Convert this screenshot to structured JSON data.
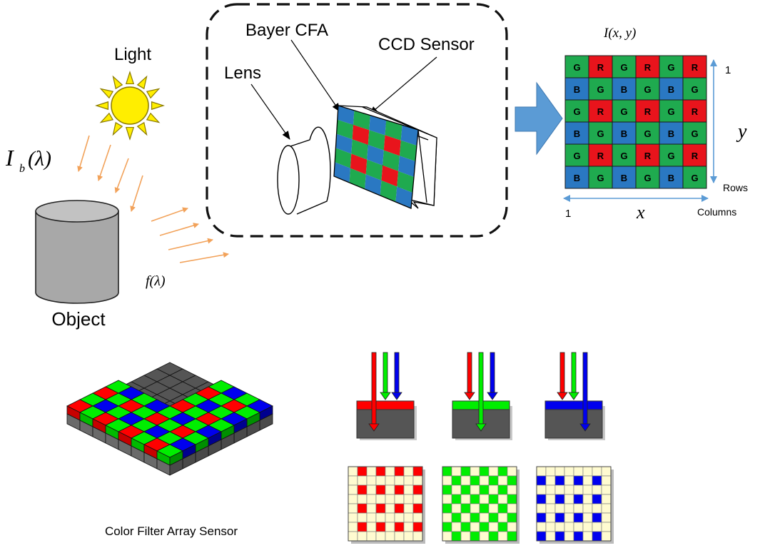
{
  "labels": {
    "light": "Light",
    "object": "Object",
    "lens": "Lens",
    "bayer_cfa": "Bayer CFA",
    "ccd_sensor": "CCD Sensor",
    "image_func": "I(x, y)",
    "ib_main": "I",
    "ib_sub": "b",
    "ib_arg": "(λ)",
    "f_lambda": "f(λ)",
    "axis_y": "y",
    "axis_x": "x",
    "rows": "Rows",
    "columns": "Columns",
    "tick_row_1": "1",
    "tick_col_1": "1",
    "cfa_sensor_caption": "Color Filter Array Sensor"
  },
  "bayer_grid": [
    [
      "G",
      "R",
      "G",
      "R",
      "G",
      "R"
    ],
    [
      "B",
      "G",
      "B",
      "G",
      "B",
      "G"
    ],
    [
      "G",
      "R",
      "G",
      "R",
      "G",
      "R"
    ],
    [
      "B",
      "G",
      "B",
      "G",
      "B",
      "G"
    ],
    [
      "G",
      "R",
      "G",
      "R",
      "G",
      "R"
    ],
    [
      "B",
      "G",
      "B",
      "G",
      "B",
      "G"
    ]
  ],
  "colors": {
    "R": "#e8141c",
    "G": "#1faa4f",
    "B": "#2a78c2",
    "pure_red": "#ff0000",
    "pure_green": "#00ee00",
    "pure_blue": "#0000ee",
    "sun_fill": "#ffee00",
    "sun_stroke": "#8a7a00",
    "light_ray": "#f2a25a",
    "big_arrow": "#5b9bd5",
    "axis_arrow": "#5b9bd5",
    "cylinder": "#a8a8a8",
    "cream": "#fffbd0",
    "dark_substrate": "#555555"
  },
  "filter_panels": [
    {
      "filter": "red",
      "passes": "red"
    },
    {
      "filter": "green",
      "passes": "green"
    },
    {
      "filter": "blue",
      "passes": "blue"
    }
  ]
}
